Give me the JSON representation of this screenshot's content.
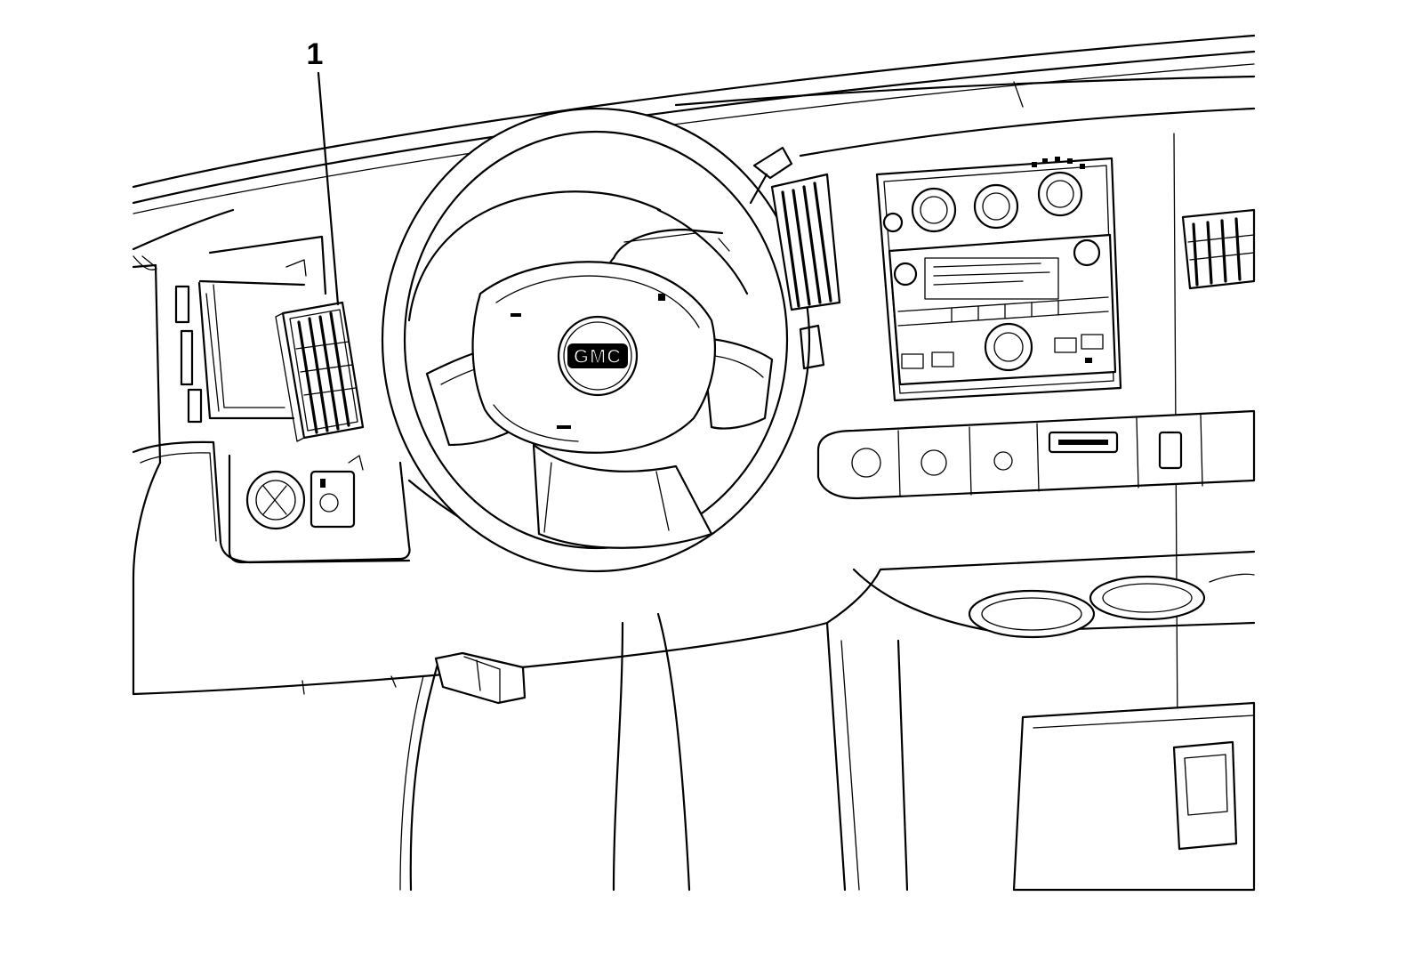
{
  "diagram": {
    "callouts": [
      {
        "id": "1",
        "label": "1",
        "part": "instrument-panel-outer-air-outlet-left"
      }
    ],
    "steering_wheel_logo": "GMC",
    "colors": {
      "line": "#000000",
      "background": "#ffffff"
    }
  }
}
